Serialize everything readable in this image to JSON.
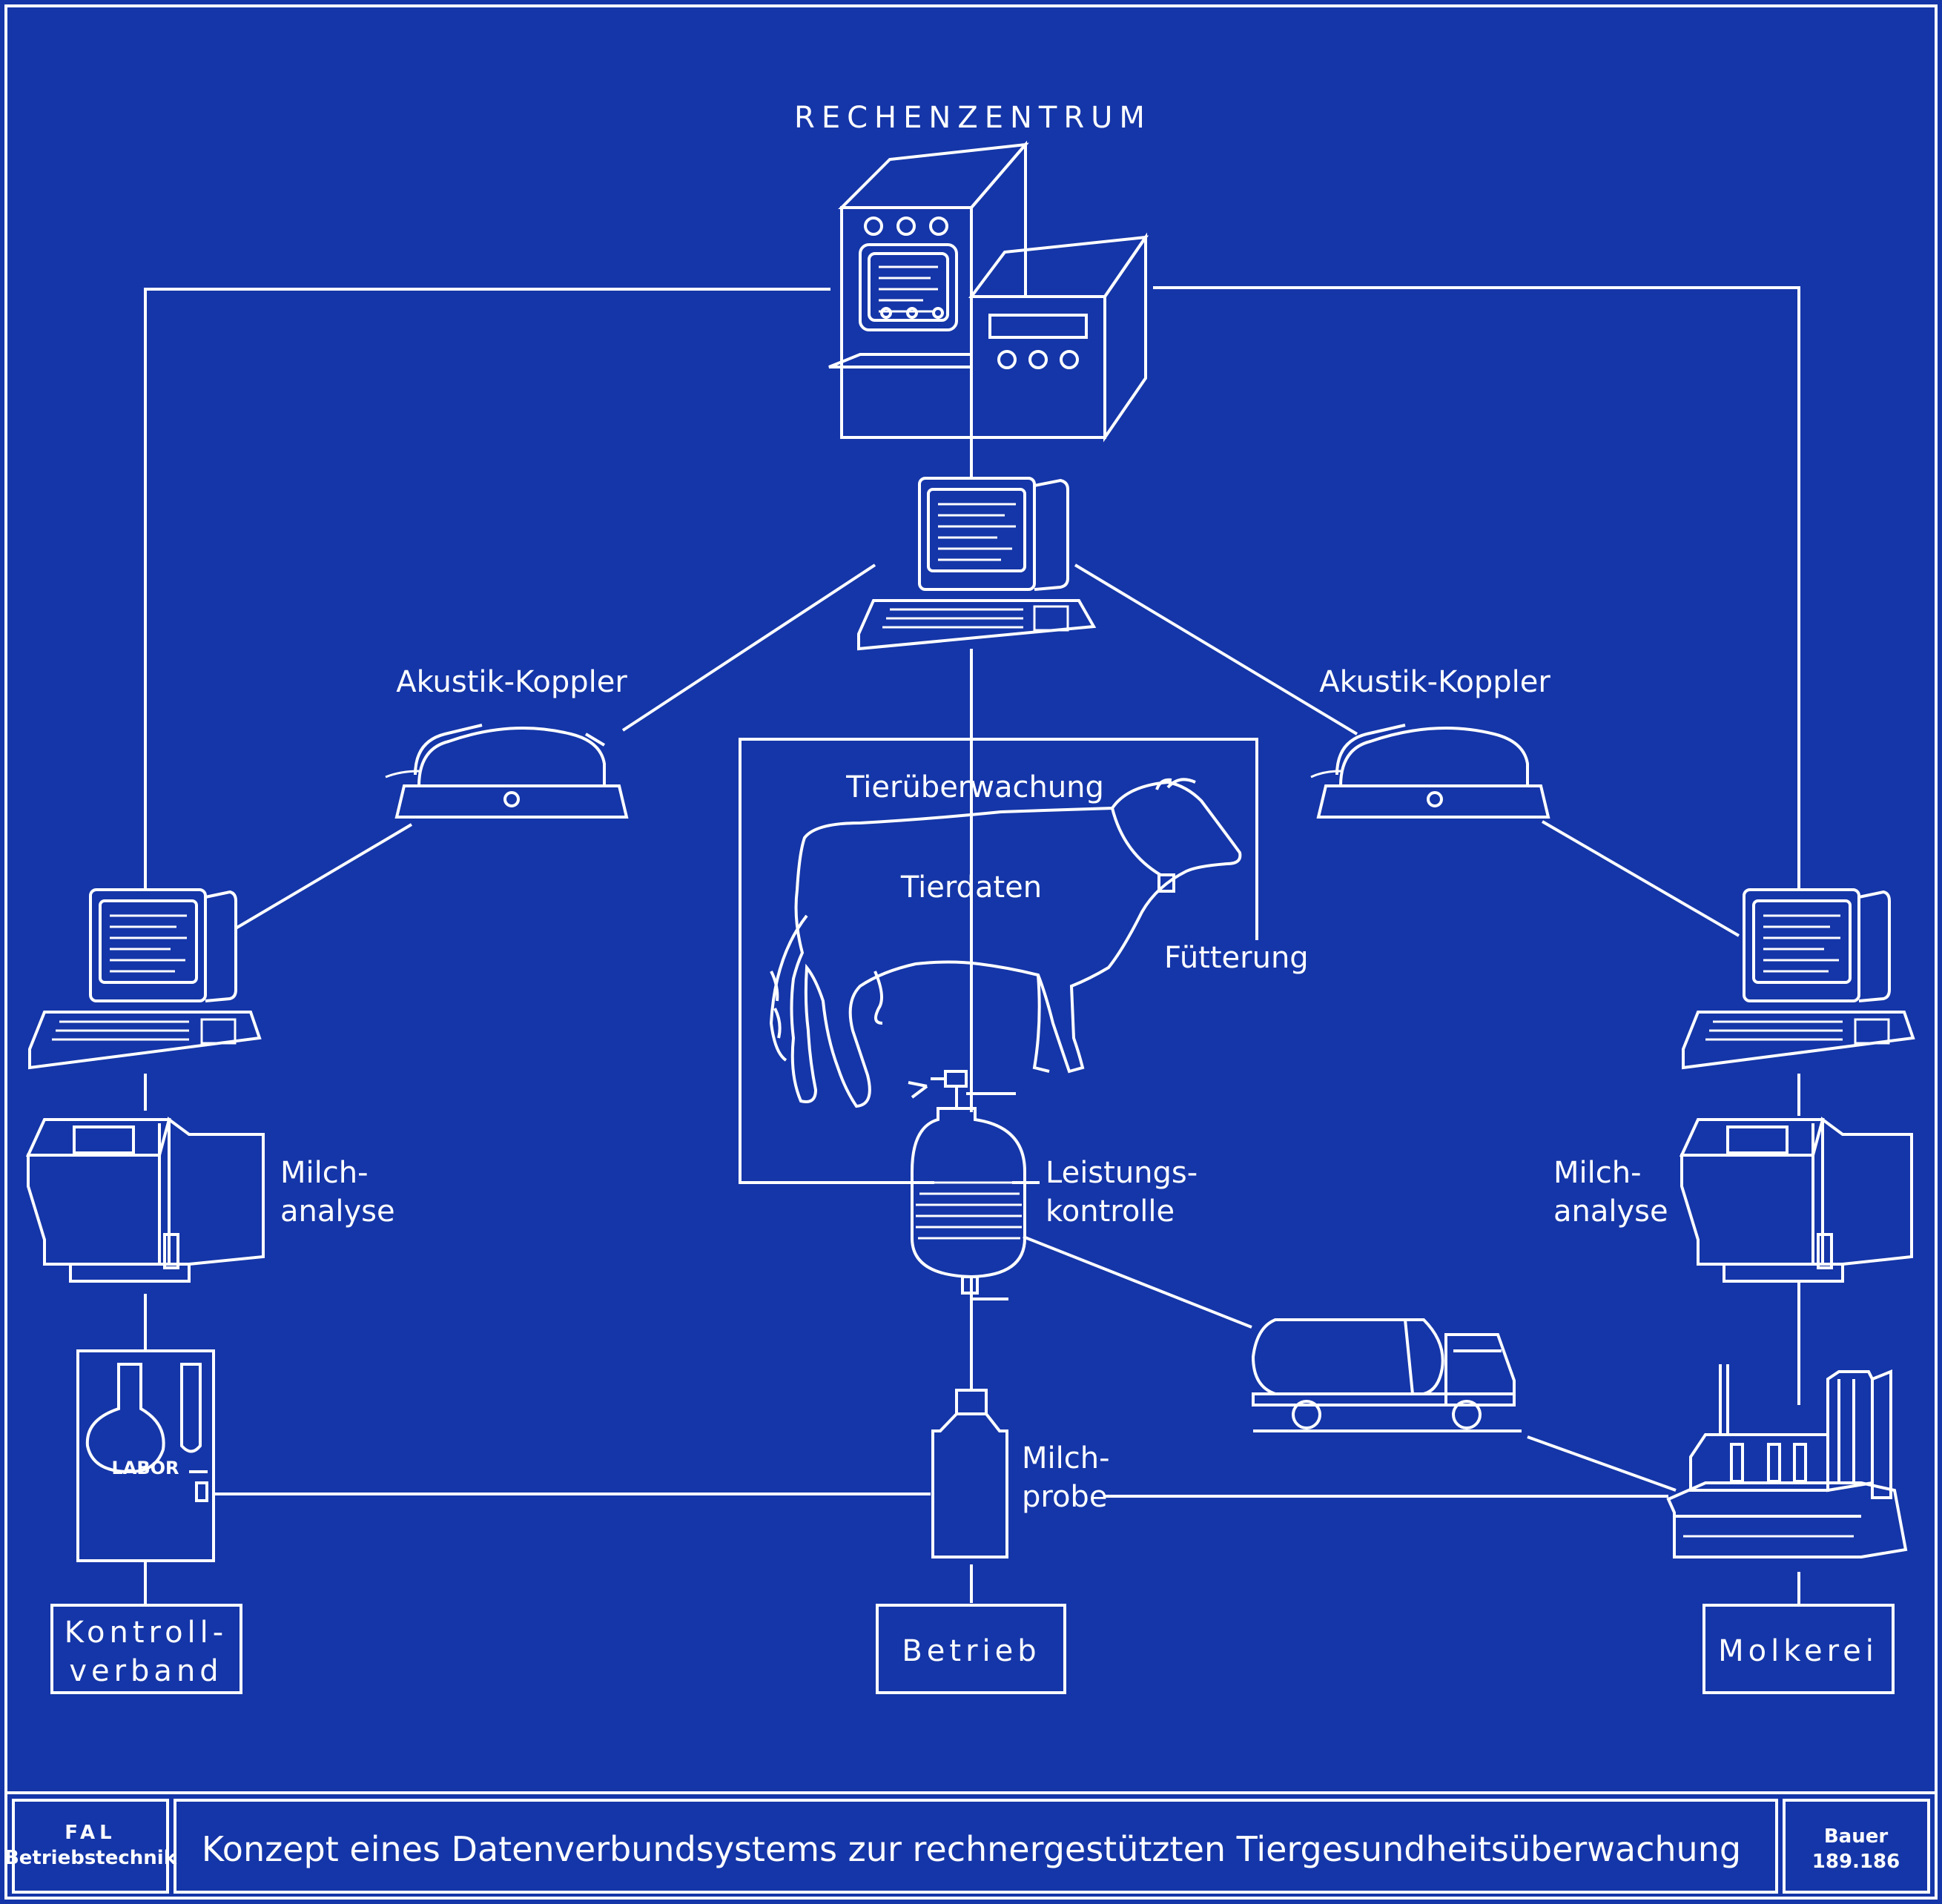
{
  "diagram": {
    "title": "RECHENZENTRUM",
    "nodes": {
      "left": "Kontroll-\nverband",
      "center": "Betrieb",
      "right": "Molkerei"
    },
    "labels": {
      "coupler_left": "Akustik-Koppler",
      "coupler_right": "Akustik-Koppler",
      "animal_monitoring": "Tierüberwachung",
      "animal_data": "Tierdaten",
      "feeding": "Fütterung",
      "performance": "Leistungs-\nkontrolle",
      "milk_analysis_left": "Milch-\nanalyse",
      "milk_analysis_right": "Milch-\nanalyse",
      "milk_sample": "Milch-\nprobe",
      "labor": "LABOR"
    }
  },
  "footer": {
    "left": "FAL\nBetriebstechnik",
    "caption": "Konzept eines Datenverbundsystems zur rechnergestützten Tiergesundheitsüberwachung",
    "right": "Bauer\n189.186"
  },
  "colors": {
    "background": "#1536a8",
    "line": "#ffffff"
  }
}
